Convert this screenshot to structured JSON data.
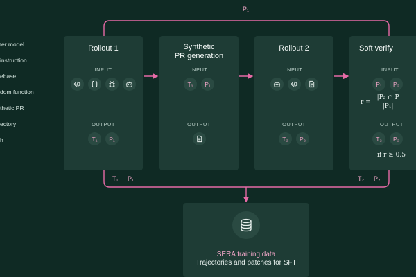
{
  "legend": [
    "cher model",
    "instruction",
    "ebase",
    "dom function",
    "thetic PR",
    "ectory",
    "h"
  ],
  "top_edge_label": "P₁",
  "panels": [
    {
      "title": "Rollout 1",
      "input_label": "INPUT",
      "inputs": [
        "code-icon",
        "braces-icon",
        "bug-icon",
        "robot-icon"
      ],
      "output_label": "OUTPUT",
      "outputs": [
        "T₁",
        "P₁"
      ]
    },
    {
      "title_line1": "Synthetic",
      "title_line2": "PR generation",
      "input_label": "INPUT",
      "inputs": [
        "T₁",
        "P₁"
      ],
      "output_label": "OUTPUT",
      "outputs": [
        "document-icon"
      ]
    },
    {
      "title": "Rollout 2",
      "input_label": "INPUT",
      "inputs": [
        "robot-icon",
        "code-icon",
        "document-icon"
      ],
      "output_label": "OUTPUT",
      "outputs": [
        "T₂",
        "P₂"
      ]
    },
    {
      "title": "Soft verify",
      "input_label": "INPUT",
      "inputs": [
        "P₁",
        "P₂"
      ],
      "formula_r": "r =",
      "formula_num": "|P₂ ∩ P",
      "formula_den": "|P₁|",
      "output_label": "OUTPUT",
      "outputs": [
        "T₂",
        "P₂"
      ],
      "condition": "if r ≥ 0.5"
    }
  ],
  "bottom_edge_left": [
    "T₁",
    "P₁"
  ],
  "bottom_edge_right": [
    "T₂",
    "P₂"
  ],
  "output_box": {
    "title": "SERA training data",
    "subtitle": "Trajectories and patches for SFT",
    "icon": "database-icon"
  },
  "colors": {
    "background": "#0f2a24",
    "panel": "#1e3c35",
    "chip": "#2a4a42",
    "accent_pink": "#e66aa6"
  }
}
